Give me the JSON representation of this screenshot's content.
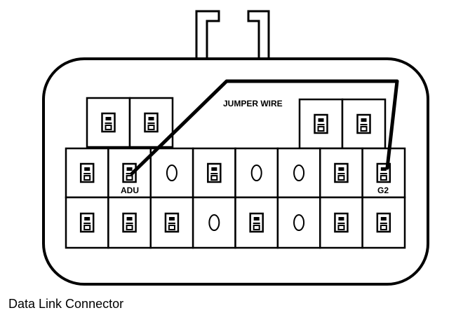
{
  "caption": "Data Link Connector",
  "labels": {
    "jumper_wire": "JUMPER WIRE",
    "adu": "ADU",
    "g2": "G2"
  },
  "connector": {
    "top_left_cavities": [
      "pin",
      "pin"
    ],
    "top_right_cavities": [
      "pin",
      "pin"
    ],
    "row1": [
      "pin",
      "pin",
      "empty",
      "pin",
      "empty",
      "empty",
      "pin",
      "pin"
    ],
    "row2": [
      "pin",
      "pin",
      "pin",
      "empty",
      "pin",
      "empty",
      "pin",
      "pin"
    ]
  },
  "colors": {
    "line": "#000000",
    "background": "#ffffff"
  }
}
